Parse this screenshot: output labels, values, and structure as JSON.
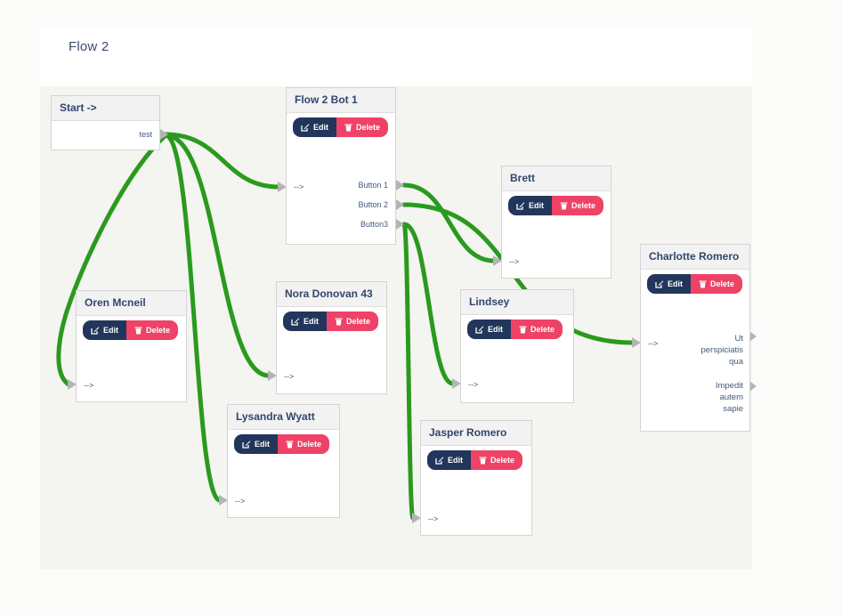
{
  "page": {
    "title": "Flow 2"
  },
  "buttons": {
    "edit": "Edit",
    "delete": "Delete"
  },
  "ports": {
    "input_label": "-->"
  },
  "colors": {
    "connection_green": "#2a9a1e",
    "edit_navy": "#22365c",
    "delete_pink": "#ee4266",
    "node_title_blue": "#31466e",
    "port_arrow_gray": "#b4b4b4",
    "canvas_bg": "#f4f4f1"
  },
  "nodes": [
    {
      "id": "start",
      "title": "Start ->",
      "outputs": [
        "test"
      ]
    },
    {
      "id": "bot",
      "title": "Flow 2 Bot 1",
      "input": "-->",
      "outputs": [
        "Button 1",
        "Button 2",
        "Button3"
      ]
    },
    {
      "id": "brett",
      "title": "Brett",
      "input": "-->"
    },
    {
      "id": "charlotte",
      "title": "Charlotte Romero",
      "input": "-->",
      "outputs": [
        "Ut\nperspiciatis\nqua",
        "Impedit\nautem\nsapie"
      ]
    },
    {
      "id": "oren",
      "title": "Oren Mcneil",
      "input": "-->"
    },
    {
      "id": "nora",
      "title": "Nora Donovan 43",
      "input": "-->"
    },
    {
      "id": "lindsey",
      "title": "Lindsey",
      "input": "-->"
    },
    {
      "id": "lysandra",
      "title": "Lysandra Wyatt",
      "input": "-->"
    },
    {
      "id": "jasper",
      "title": "Jasper Romero",
      "input": "-->"
    }
  ],
  "connections": [
    {
      "from_node": "Start ->",
      "from_port": "test",
      "to_node": "Flow 2 Bot 1"
    },
    {
      "from_node": "Start ->",
      "from_port": "test",
      "to_node": "Oren Mcneil"
    },
    {
      "from_node": "Start ->",
      "from_port": "test",
      "to_node": "Nora Donovan 43"
    },
    {
      "from_node": "Start ->",
      "from_port": "test",
      "to_node": "Lysandra Wyatt"
    },
    {
      "from_node": "Flow 2 Bot 1",
      "from_port": "Button 1",
      "to_node": "Brett"
    },
    {
      "from_node": "Flow 2 Bot 1",
      "from_port": "Button 2",
      "to_node": "Charlotte Romero"
    },
    {
      "from_node": "Flow 2 Bot 1",
      "from_port": "Button3",
      "to_node": "Lindsey"
    },
    {
      "from_node": "Flow 2 Bot 1",
      "from_port": "Button3",
      "to_node": "Jasper Romero"
    }
  ]
}
